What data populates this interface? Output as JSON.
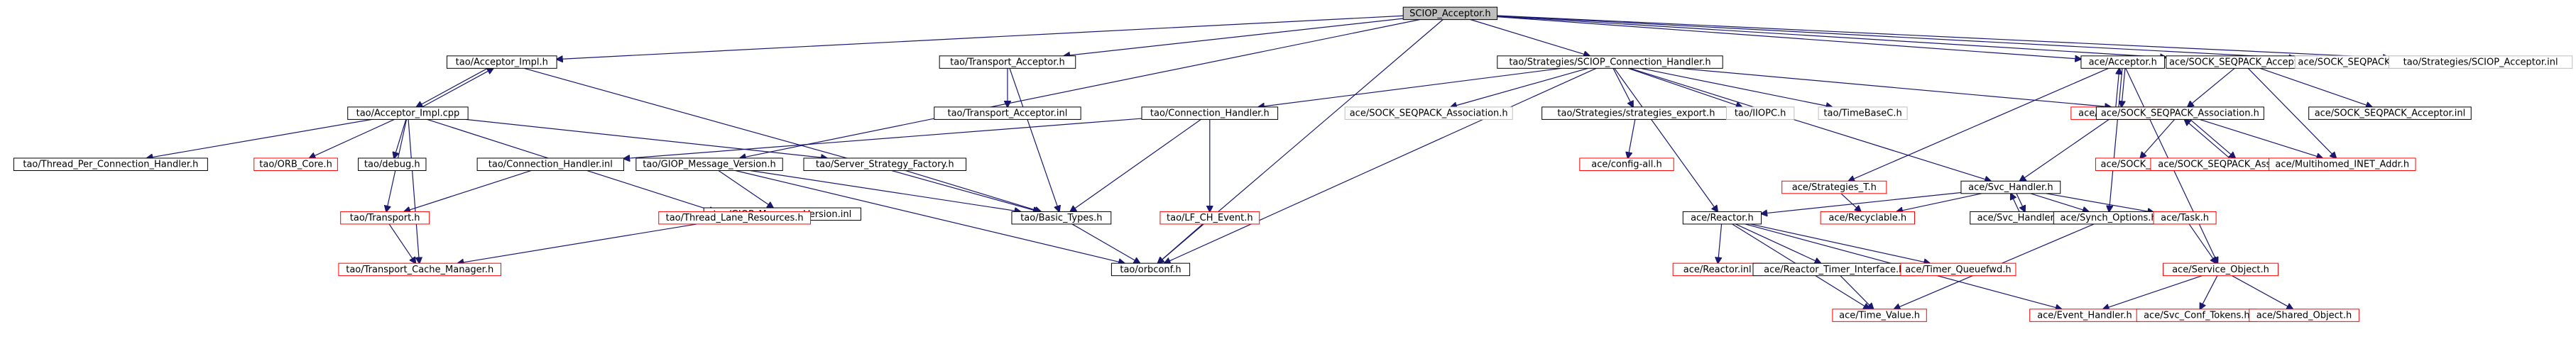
{
  "graph": {
    "root": "SCIOP_Acceptor.h",
    "colors": {
      "edge": "#191970",
      "documented_border": "#000000",
      "undocumented_border": "#ff0000",
      "truncated_border": "#bfbfbf",
      "root_fill": "#bfbfbf"
    },
    "nodes": [
      {
        "id": "root",
        "label": "SCIOP_Acceptor.h",
        "style": "root"
      },
      {
        "id": "acc_impl_h",
        "label": "tao/Acceptor_Impl.h",
        "style": "black"
      },
      {
        "id": "acc_impl_cpp",
        "label": "tao/Acceptor_Impl.cpp",
        "style": "black"
      },
      {
        "id": "thread_per",
        "label": "tao/Thread_Per_Connection_Handler.h",
        "style": "black"
      },
      {
        "id": "orb_core",
        "label": "tao/ORB_Core.h",
        "style": "red"
      },
      {
        "id": "debug",
        "label": "tao/debug.h",
        "style": "black"
      },
      {
        "id": "transport_h",
        "label": "tao/Transport.h",
        "style": "red"
      },
      {
        "id": "tcm",
        "label": "tao/Transport_Cache_Manager.h",
        "style": "red"
      },
      {
        "id": "ch_inl",
        "label": "tao/Connection_Handler.inl",
        "style": "black"
      },
      {
        "id": "giop_mv",
        "label": "tao/GIOP_Message_Version.h",
        "style": "black"
      },
      {
        "id": "giop_mv_inl",
        "label": "tao/GIOP_Message_Version.inl",
        "style": "black"
      },
      {
        "id": "tlr",
        "label": "tao/Thread_Lane_Resources.h",
        "style": "red"
      },
      {
        "id": "ssf",
        "label": "tao/Server_Strategy_Factory.h",
        "style": "black"
      },
      {
        "id": "tr_acc_h",
        "label": "tao/Transport_Acceptor.h",
        "style": "black"
      },
      {
        "id": "tr_acc_inl",
        "label": "tao/Transport_Acceptor.inl",
        "style": "black"
      },
      {
        "id": "basic_types",
        "label": "tao/Basic_Types.h",
        "style": "black"
      },
      {
        "id": "orbconf",
        "label": "tao/orbconf.h",
        "style": "black"
      },
      {
        "id": "conn_handler",
        "label": "tao/Connection_Handler.h",
        "style": "black"
      },
      {
        "id": "lf_ch",
        "label": "tao/LF_CH_Event.h",
        "style": "red"
      },
      {
        "id": "sciop_ch",
        "label": "tao/Strategies/SCIOP_Connection_Handler.h",
        "style": "black"
      },
      {
        "id": "sock_assoc_h_plain",
        "label": "ace/SOCK_SEQPACK_Association.h",
        "style": "gray"
      },
      {
        "id": "strat_export",
        "label": "tao/Strategies/strategies_export.h",
        "style": "black"
      },
      {
        "id": "config_all",
        "label": "ace/config-all.h",
        "style": "red"
      },
      {
        "id": "iiopc",
        "label": "tao/IIOPC.h",
        "style": "gray"
      },
      {
        "id": "timebasec",
        "label": "tao/TimeBaseC.h",
        "style": "gray"
      },
      {
        "id": "strategies_t",
        "label": "ace/Strategies_T.h",
        "style": "red"
      },
      {
        "id": "recyclable",
        "label": "ace/Recyclable.h",
        "style": "red"
      },
      {
        "id": "reactor",
        "label": "ace/Reactor.h",
        "style": "black"
      },
      {
        "id": "reactor_inl",
        "label": "ace/Reactor.inl",
        "style": "red"
      },
      {
        "id": "rti",
        "label": "ace/Reactor_Timer_Interface.h",
        "style": "black"
      },
      {
        "id": "timer_q",
        "label": "ace/Timer_Queuefwd.h",
        "style": "red"
      },
      {
        "id": "time_value",
        "label": "ace/Time_Value.h",
        "style": "red"
      },
      {
        "id": "ace_acceptor",
        "label": "ace/Acceptor.h",
        "style": "black"
      },
      {
        "id": "ace_acceptor_cpp",
        "label": "ace/Acceptor.cpp",
        "style": "red"
      },
      {
        "id": "svc_handler",
        "label": "ace/Svc_Handler.h",
        "style": "black"
      },
      {
        "id": "svc_handler_cpp",
        "label": "ace/Svc_Handler.cpp",
        "style": "black"
      },
      {
        "id": "synch_options",
        "label": "ace/Synch_Options.h",
        "style": "black"
      },
      {
        "id": "task",
        "label": "ace/Task.h",
        "style": "red"
      },
      {
        "id": "service_object",
        "label": "ace/Service_Object.h",
        "style": "red"
      },
      {
        "id": "event_handler",
        "label": "ace/Event_Handler.h",
        "style": "red"
      },
      {
        "id": "svc_conf",
        "label": "ace/Svc_Conf_Tokens.h",
        "style": "red"
      },
      {
        "id": "shared_obj",
        "label": "ace/Shared_Object.h",
        "style": "red"
      },
      {
        "id": "sock_acc_h",
        "label": "ace/SOCK_SEQPACK_Acceptor.h",
        "style": "black"
      },
      {
        "id": "sock_acc_h_plain",
        "label": "ace/SOCK_SEQPACK_Acceptor.h",
        "style": "gray"
      },
      {
        "id": "sock_acc_inl",
        "label": "ace/SOCK_SEQPACK_Acceptor.inl",
        "style": "black"
      },
      {
        "id": "sock_assoc_h",
        "label": "ace/SOCK_SEQPACK_Association.h",
        "style": "black"
      },
      {
        "id": "sock_io",
        "label": "ace/SOCK_IO.h",
        "style": "red"
      },
      {
        "id": "sock_assoc_inl",
        "label": "ace/SOCK_SEQPACK_Association.inl",
        "style": "red"
      },
      {
        "id": "multihomed",
        "label": "ace/Multihomed_INET_Addr.h",
        "style": "red"
      },
      {
        "id": "sciop_acc_inl",
        "label": "tao/Strategies/SCIOP_Acceptor.inl",
        "style": "gray"
      }
    ],
    "edges": [
      [
        "root",
        "acc_impl_h"
      ],
      [
        "root",
        "tr_acc_h"
      ],
      [
        "root",
        "sciop_ch"
      ],
      [
        "root",
        "ace_acceptor"
      ],
      [
        "root",
        "sock_acc_h"
      ],
      [
        "root",
        "sock_acc_h_plain"
      ],
      [
        "root",
        "sciop_acc_inl"
      ],
      [
        "root",
        "giop_mv"
      ],
      [
        "root",
        "orbconf"
      ],
      [
        "acc_impl_h",
        "acc_impl_cpp"
      ],
      [
        "acc_impl_cpp",
        "acc_impl_h"
      ],
      [
        "acc_impl_h",
        "basic_types"
      ],
      [
        "acc_impl_cpp",
        "thread_per"
      ],
      [
        "acc_impl_cpp",
        "orb_core"
      ],
      [
        "acc_impl_cpp",
        "debug"
      ],
      [
        "acc_impl_cpp",
        "transport_h"
      ],
      [
        "acc_impl_cpp",
        "tcm"
      ],
      [
        "acc_impl_cpp",
        "tlr"
      ],
      [
        "acc_impl_cpp",
        "ssf"
      ],
      [
        "transport_h",
        "tcm"
      ],
      [
        "tlr",
        "tcm"
      ],
      [
        "ch_inl",
        "transport_h"
      ],
      [
        "giop_mv",
        "giop_mv_inl"
      ],
      [
        "giop_mv",
        "basic_types"
      ],
      [
        "giop_mv",
        "orbconf"
      ],
      [
        "ssf",
        "basic_types"
      ],
      [
        "tr_acc_h",
        "tr_acc_inl"
      ],
      [
        "tr_acc_h",
        "basic_types"
      ],
      [
        "basic_types",
        "orbconf"
      ],
      [
        "conn_handler",
        "ch_inl"
      ],
      [
        "conn_handler",
        "basic_types"
      ],
      [
        "conn_handler",
        "lf_ch"
      ],
      [
        "lf_ch",
        "orbconf"
      ],
      [
        "sciop_ch",
        "conn_handler"
      ],
      [
        "sciop_ch",
        "sock_assoc_h_plain"
      ],
      [
        "sciop_ch",
        "strat_export"
      ],
      [
        "sciop_ch",
        "iiopc"
      ],
      [
        "sciop_ch",
        "timebasec"
      ],
      [
        "sciop_ch",
        "svc_handler"
      ],
      [
        "sciop_ch",
        "reactor"
      ],
      [
        "sciop_ch",
        "sock_assoc_h"
      ],
      [
        "sciop_ch",
        "orbconf"
      ],
      [
        "strat_export",
        "config_all"
      ],
      [
        "ace_acceptor",
        "ace_acceptor_cpp"
      ],
      [
        "ace_acceptor_cpp",
        "ace_acceptor"
      ],
      [
        "ace_acceptor",
        "strategies_t"
      ],
      [
        "ace_acceptor",
        "service_object"
      ],
      [
        "ace_acceptor",
        "synch_options"
      ],
      [
        "ace_acceptor_cpp",
        "svc_handler"
      ],
      [
        "strategies_t",
        "recyclable"
      ],
      [
        "svc_handler",
        "svc_handler_cpp"
      ],
      [
        "svc_handler_cpp",
        "svc_handler"
      ],
      [
        "svc_handler",
        "recyclable"
      ],
      [
        "svc_handler",
        "reactor"
      ],
      [
        "svc_handler",
        "synch_options"
      ],
      [
        "svc_handler",
        "task"
      ],
      [
        "synch_options",
        "time_value"
      ],
      [
        "reactor",
        "reactor_inl"
      ],
      [
        "reactor",
        "rti"
      ],
      [
        "reactor",
        "timer_q"
      ],
      [
        "reactor",
        "time_value"
      ],
      [
        "reactor",
        "event_handler"
      ],
      [
        "rti",
        "time_value"
      ],
      [
        "task",
        "service_object"
      ],
      [
        "service_object",
        "event_handler"
      ],
      [
        "service_object",
        "svc_conf"
      ],
      [
        "service_object",
        "shared_obj"
      ],
      [
        "sock_acc_h",
        "sock_acc_inl"
      ],
      [
        "sock_acc_h",
        "sock_assoc_h"
      ],
      [
        "sock_acc_h",
        "multihomed"
      ],
      [
        "sock_assoc_h",
        "sock_io"
      ],
      [
        "sock_assoc_h",
        "sock_assoc_inl"
      ],
      [
        "sock_assoc_inl",
        "sock_assoc_h"
      ],
      [
        "sock_assoc_h",
        "multihomed"
      ]
    ]
  }
}
